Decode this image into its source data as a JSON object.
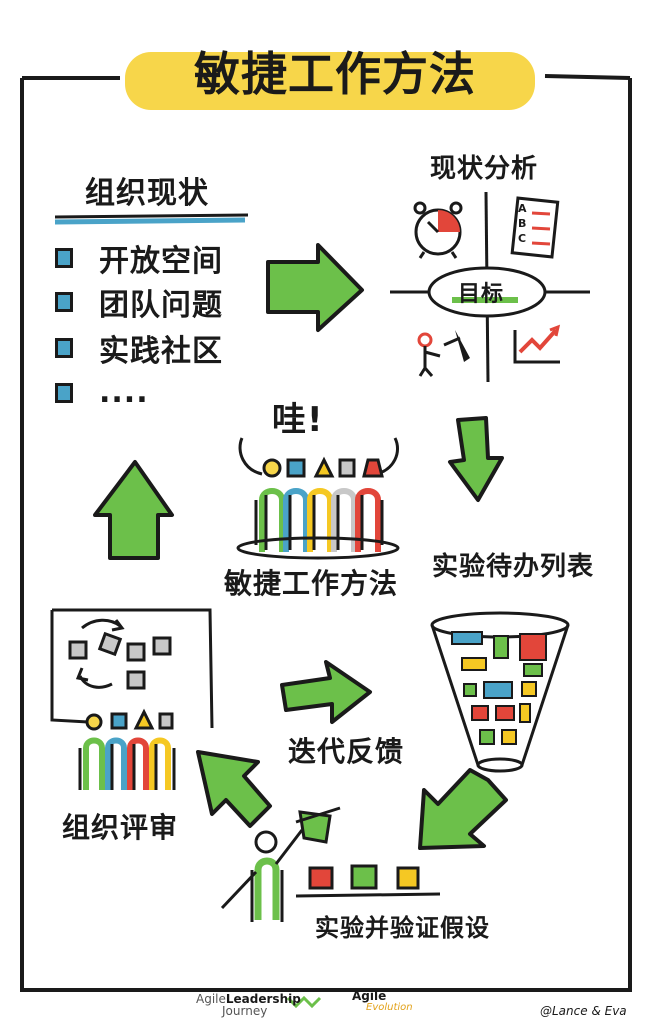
{
  "title": "敏捷工作方法",
  "org_status": {
    "heading": "组织现状",
    "items": [
      "开放空间",
      "团队问题",
      "实践社区",
      "...."
    ]
  },
  "status_analysis": {
    "heading": "现状分析",
    "goal_label": "目标",
    "abc_letters": [
      "A",
      "B",
      "C"
    ]
  },
  "center": {
    "exclaim": "哇!",
    "label": "敏捷工作方法"
  },
  "backlog_label": "实验待办列表",
  "iterate_label": "迭代反馈",
  "org_review_label": "组织评审",
  "experiment_label": "实验并验证假设",
  "footer": {
    "logo_left_a": "Agile",
    "logo_left_b": "Leadership",
    "logo_left_c": "Journey",
    "logo_mid_a": "Agile",
    "logo_mid_b": "Evolution",
    "credit": "@Lance & Eva"
  },
  "colors": {
    "arrow_green": "#6cc04a",
    "highlight_yellow": "#f7d64a",
    "blue": "#4aa3c8",
    "red": "#e2463a",
    "yellow": "#f5c823",
    "green": "#5cb85c",
    "gray": "#c8c8c8"
  }
}
